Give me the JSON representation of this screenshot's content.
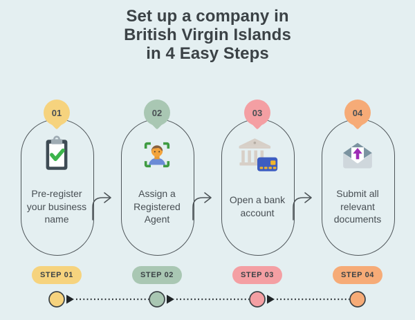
{
  "title": "Set up a company in\nBritish Virgin Islands\nin 4 Easy Steps",
  "steps": [
    {
      "number": "01",
      "label": "Pre-register\nyour business\nname",
      "step_label": "STEP 01",
      "color": "#f6d37e",
      "icon": "clipboard-check-icon"
    },
    {
      "number": "02",
      "label": "Assign a\nRegistered\nAgent",
      "step_label": "STEP 02",
      "color": "#a9c7b3",
      "icon": "person-scan-icon"
    },
    {
      "number": "03",
      "label": "Open a bank\naccount",
      "step_label": "STEP 03",
      "color": "#f49fa3",
      "icon": "bank-card-icon"
    },
    {
      "number": "04",
      "label": "Submit all\nrelevant\ndocuments",
      "step_label": "STEP 04",
      "color": "#f6ab77",
      "icon": "envelope-upload-icon"
    }
  ],
  "colors": {
    "background": "#e4eff1",
    "pill_outline": "#4d5458",
    "title_text": "#3b4246",
    "body_text": "#474e53",
    "timeline": "#2c3236"
  }
}
